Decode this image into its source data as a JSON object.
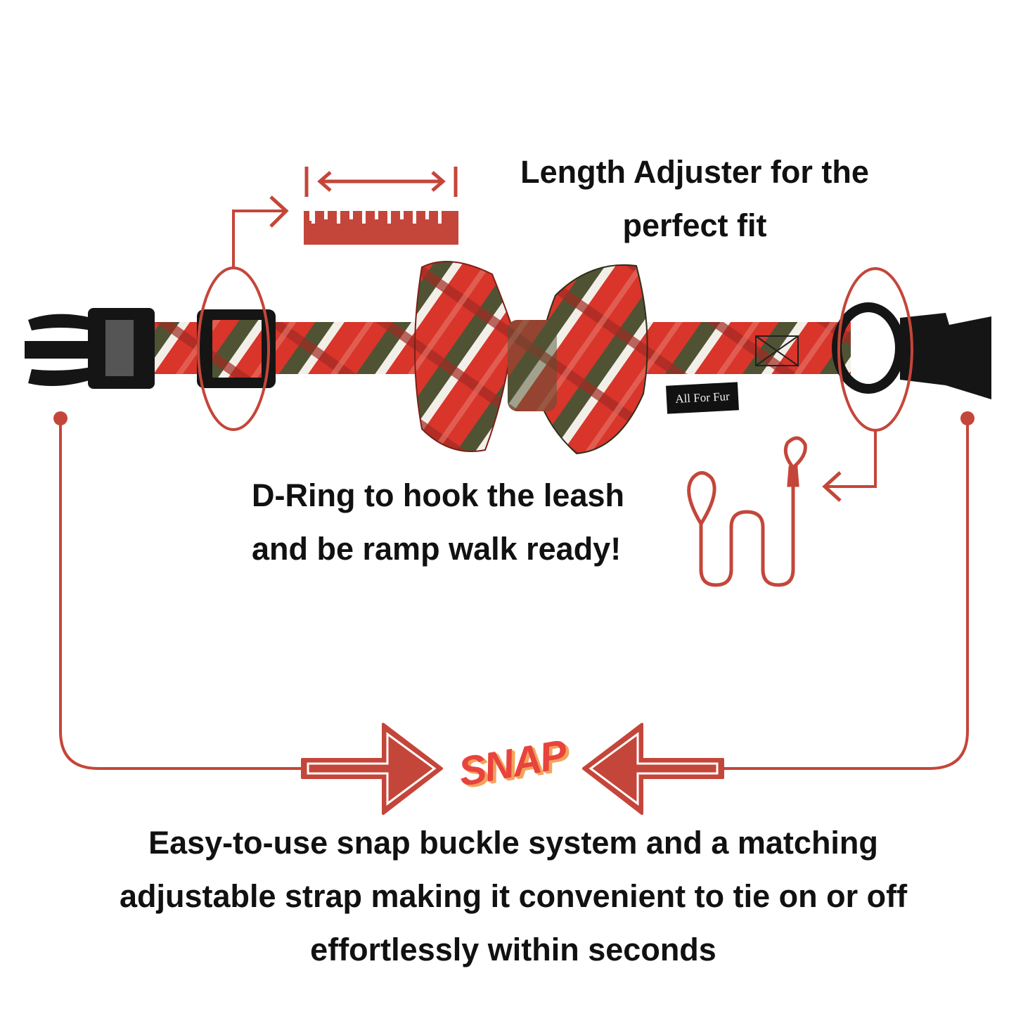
{
  "colors": {
    "accent": "#c4463a",
    "plaid_red": "#d9352b",
    "plaid_olive": "#4f5334",
    "buckle": "#151515"
  },
  "captions": {
    "length_adjuster": [
      "Length Adjuster for the",
      "perfect fit"
    ],
    "d_ring": [
      "D-Ring to hook the leash",
      "and be ramp walk ready!"
    ],
    "buckle": [
      "Easy-to-use snap buckle system and a matching",
      "adjustable strap making it convenient to tie on or off",
      "effortlessly within seconds"
    ]
  },
  "brand_label": "All For Fur",
  "snap_label": "SNAP",
  "icons": [
    "ruler-icon",
    "measure-arrow-icon",
    "leash-icon",
    "arrow-right-icon",
    "arrow-left-icon"
  ]
}
